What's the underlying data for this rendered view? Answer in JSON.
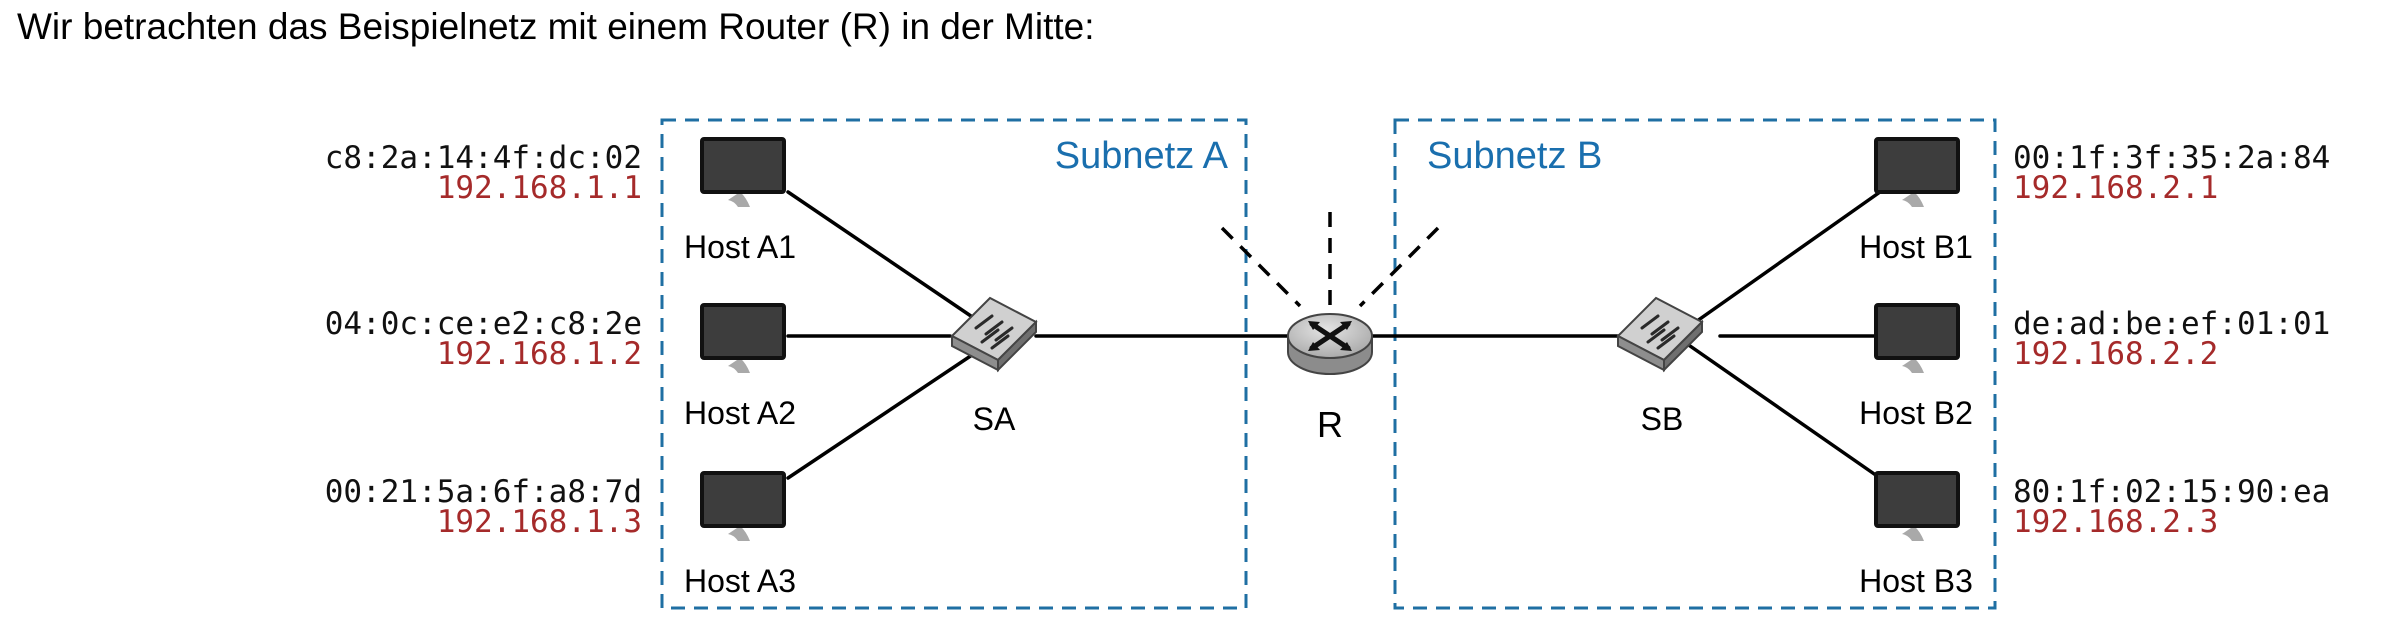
{
  "intro_text": "Wir betrachten das Beispielnetz mit einem Router (R) in der Mitte:",
  "colors": {
    "subnet_border": "#1f6fa3",
    "subnet_label": "#1a6fae",
    "mac_text": "#111111",
    "ip_text": "#a52a2a",
    "host_screen": "#3d3d3d",
    "device_gray": "#b8b8b8"
  },
  "subnets": {
    "a": {
      "label": "Subnetz A"
    },
    "b": {
      "label": "Subnetz B"
    }
  },
  "router": {
    "label": "R",
    "icon": "router-icon"
  },
  "switches": {
    "sa": {
      "label": "SA",
      "icon": "switch-icon"
    },
    "sb": {
      "label": "SB",
      "icon": "switch-icon"
    }
  },
  "hosts": {
    "a1": {
      "label": "Host A1",
      "mac": "c8:2a:14:4f:dc:02",
      "ip": "192.168.1.1",
      "icon": "computer-icon"
    },
    "a2": {
      "label": "Host A2",
      "mac": "04:0c:ce:e2:c8:2e",
      "ip": "192.168.1.2",
      "icon": "computer-icon"
    },
    "a3": {
      "label": "Host A3",
      "mac": "00:21:5a:6f:a8:7d",
      "ip": "192.168.1.3",
      "icon": "computer-icon"
    },
    "b1": {
      "label": "Host B1",
      "mac": "00:1f:3f:35:2a:84",
      "ip": "192.168.2.1",
      "icon": "computer-icon"
    },
    "b2": {
      "label": "Host B2",
      "mac": "de:ad:be:ef:01:01",
      "ip": "192.168.2.2",
      "icon": "computer-icon"
    },
    "b3": {
      "label": "Host B3",
      "mac": "80:1f:02:15:90:ea",
      "ip": "192.168.2.3",
      "icon": "computer-icon"
    }
  }
}
